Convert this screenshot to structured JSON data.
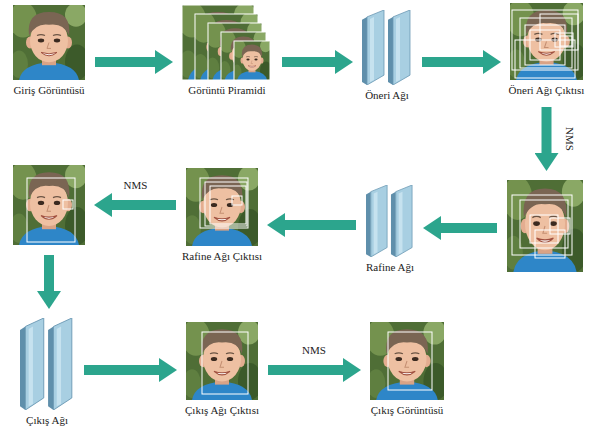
{
  "diagram": {
    "nodes": [
      {
        "text": [
          "Giriş Görüntüsü"
        ]
      },
      {
        "text": [
          "Görüntü Piramidi"
        ]
      },
      {
        "text": [
          "Öneri Ağı"
        ]
      },
      {
        "text": [
          "Öneri Ağı Çıktısı"
        ]
      },
      {
        "text": []
      },
      {
        "text": [
          "Rafine Ağı"
        ]
      },
      {
        "text": [
          "Rafine Ağı Çıktısı"
        ]
      },
      {
        "text": []
      },
      {
        "text": [
          "Çıkış Ağı"
        ]
      },
      {
        "text": [
          "Çıkış Ağı Çıktısı"
        ]
      },
      {
        "text": [
          "Çıkış Görüntüsü"
        ]
      }
    ],
    "edges": [
      {
        "from": 0,
        "to": 1,
        "arrow": "to"
      },
      {
        "from": 1,
        "to": 2,
        "arrow": "to"
      },
      {
        "from": 2,
        "to": 3,
        "arrow": "to"
      },
      {
        "from": 3,
        "to": 4,
        "label": "NMS",
        "arrow": "to"
      },
      {
        "from": 4,
        "to": 5,
        "arrow": "to"
      },
      {
        "from": 5,
        "to": 6,
        "arrow": "to"
      },
      {
        "from": 6,
        "to": 7,
        "label": "NMS",
        "arrow": "to"
      },
      {
        "from": 7,
        "to": 8,
        "arrow": "to"
      },
      {
        "from": 8,
        "to": 9,
        "arrow": "to"
      },
      {
        "from": 9,
        "to": 10,
        "label": "NMS",
        "arrow": "to"
      }
    ]
  }
}
